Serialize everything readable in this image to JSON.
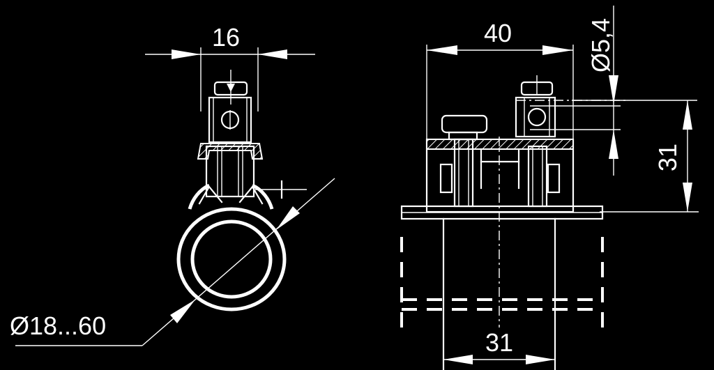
{
  "drawing": {
    "background": "#000000",
    "line_color": "#ffffff",
    "dimensions": {
      "left_width": "16",
      "tube_diameter": "Ø18...60",
      "right_width": "40",
      "hole_diameter": "Ø5,4",
      "right_height": "31",
      "bottom_width": "31"
    }
  }
}
